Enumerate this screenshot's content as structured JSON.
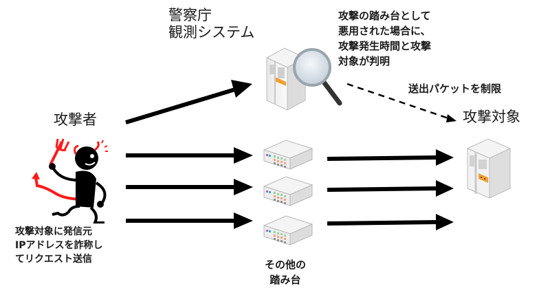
{
  "diagram": {
    "nodes": {
      "observation_system": {
        "line1": "警察庁",
        "line2": "観測システム"
      },
      "attacker": {
        "label": "攻撃者"
      },
      "target": {
        "label": "攻撃対象"
      },
      "other_platforms": {
        "line1": "その他の",
        "line2": "踏み台"
      }
    },
    "notes": {
      "observation_note": [
        "攻撃の踏み台として",
        "悪用された場合に、",
        "攻撃発生時間と攻撃",
        "対象が判明"
      ],
      "limit_note": "送出パケットを制限",
      "attacker_note": [
        "攻撃対象に発信元",
        "IPアドレスを詐称し",
        "てリクエスト送信"
      ]
    },
    "icons": {
      "observation_server": "server-with-magnifier-icon",
      "attacker_figure": "devil-figure-icon",
      "platform_devices": "network-switch-icon",
      "target_server": "server-icon"
    },
    "edges": [
      {
        "from": "attacker",
        "to": "observation_system",
        "style": "solid"
      },
      {
        "from": "attacker",
        "to": "platform-1",
        "style": "solid"
      },
      {
        "from": "attacker",
        "to": "platform-2",
        "style": "solid"
      },
      {
        "from": "attacker",
        "to": "platform-3",
        "style": "solid"
      },
      {
        "from": "platform-1",
        "to": "target",
        "style": "solid"
      },
      {
        "from": "platform-2",
        "to": "target",
        "style": "solid"
      },
      {
        "from": "platform-3",
        "to": "target",
        "style": "solid"
      },
      {
        "from": "observation_system",
        "to": "target",
        "style": "dashed"
      }
    ],
    "colors": {
      "arrow": "#000000",
      "devil_accent": "#ff1a1a",
      "server_panel": "#f0a030"
    }
  }
}
